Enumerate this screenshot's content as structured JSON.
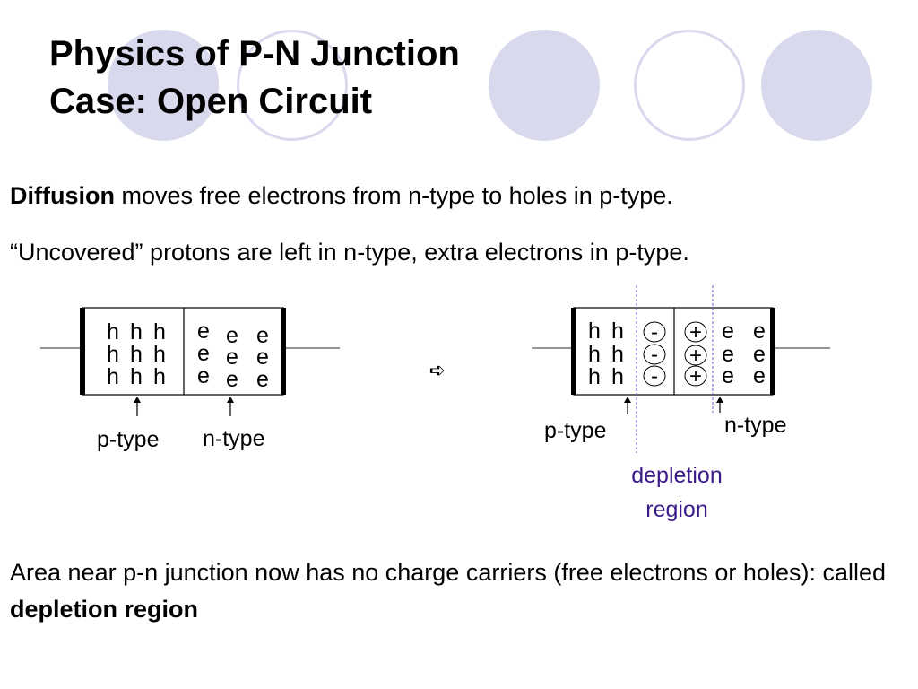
{
  "title": {
    "line1": "Physics of P-N Junction",
    "line2": "Case: Open Circuit"
  },
  "text": {
    "diffusion_bold": "Diffusion",
    "diffusion_rest": " moves free electrons from n-type to holes in p-type.",
    "uncovered": "“Uncovered” protons are left in n-type, extra electrons in p-type.",
    "area_start": "Area near p-n junction now has no charge carriers (free electrons or holes):  called ",
    "area_bold": "depletion region"
  },
  "diagram": {
    "hole": "h",
    "electron": "e",
    "minus": "-",
    "plus": "+",
    "arrow": "➪",
    "left_p_label": "p-type",
    "left_n_label": "n-type",
    "right_p_label": "p-type",
    "right_n_label": "n-type",
    "depletion_line1": "depletion",
    "depletion_line2": "region"
  },
  "colors": {
    "decor": "#d9d9ee",
    "depletion_text": "#3a1a8a",
    "depletion_line": "#6a5acd"
  }
}
